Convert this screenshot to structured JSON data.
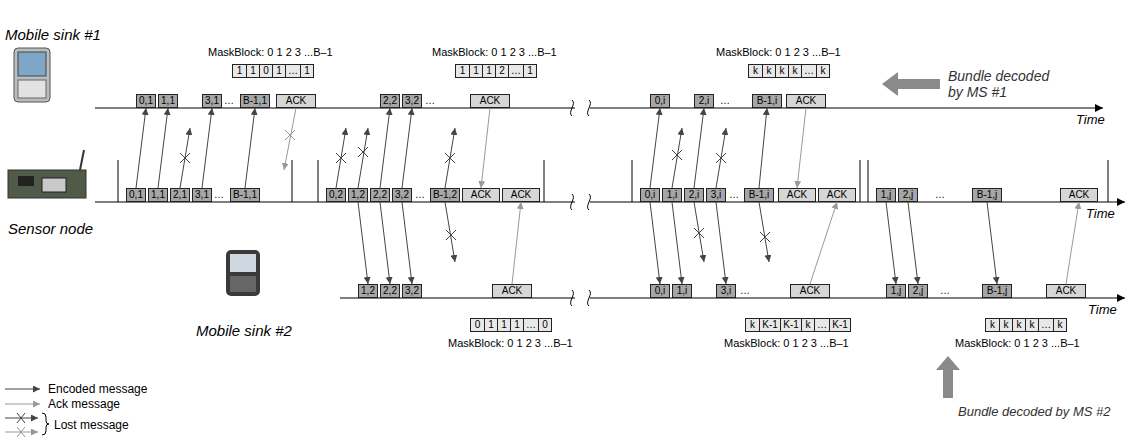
{
  "diagram": {
    "nodes": [
      {
        "text": [
          "0,1"
        ]
      },
      {
        "text": [
          "1,1"
        ]
      },
      {
        "text": [
          "3,1"
        ]
      },
      {
        "text": [
          "B-1,1"
        ]
      },
      {
        "text": [
          "ACK"
        ]
      },
      {
        "text": [
          "1",
          "1",
          "0",
          "1",
          "…",
          "1"
        ]
      },
      {
        "text": [
          "2,2"
        ]
      },
      {
        "text": [
          "3,2"
        ]
      },
      {
        "text": [
          "ACK"
        ]
      },
      {
        "text": [
          "1",
          "1",
          "1",
          "2",
          "…",
          "1"
        ]
      },
      {
        "text": [
          "0,i"
        ]
      },
      {
        "text": [
          "2,i"
        ]
      },
      {
        "text": [
          "B-1,i"
        ]
      },
      {
        "text": [
          "ACK"
        ]
      },
      {
        "text": [
          "k",
          "k",
          "k",
          "k",
          "…",
          "k"
        ]
      },
      {
        "text": [
          "0,1"
        ]
      },
      {
        "text": [
          "1,1"
        ]
      },
      {
        "text": [
          "2,1"
        ]
      },
      {
        "text": [
          "3,1"
        ]
      },
      {
        "text": [
          "B-1,1"
        ]
      },
      {
        "text": [
          "0,2"
        ]
      },
      {
        "text": [
          "1,2"
        ]
      },
      {
        "text": [
          "2,2"
        ]
      },
      {
        "text": [
          "3,2"
        ]
      },
      {
        "text": [
          "B-1,2"
        ]
      },
      {
        "text": [
          "ACK"
        ]
      },
      {
        "text": [
          "ACK"
        ]
      },
      {
        "text": [
          "0,i"
        ]
      },
      {
        "text": [
          "1,i"
        ]
      },
      {
        "text": [
          "2,i"
        ]
      },
      {
        "text": [
          "3,i"
        ]
      },
      {
        "text": [
          "B-1,i"
        ]
      },
      {
        "text": [
          "ACK"
        ]
      },
      {
        "text": [
          "ACK"
        ]
      },
      {
        "text": [
          "1,j"
        ]
      },
      {
        "text": [
          "2,j"
        ]
      },
      {
        "text": [
          "B-1,j"
        ]
      },
      {
        "text": [
          "ACK"
        ]
      },
      {
        "text": [
          "1,2"
        ]
      },
      {
        "text": [
          "2,2"
        ]
      },
      {
        "text": [
          "3,2"
        ]
      },
      {
        "text": [
          "ACK"
        ]
      },
      {
        "text": [
          "0",
          "1",
          "1",
          "1",
          "…",
          "0"
        ]
      },
      {
        "text": [
          "0,i"
        ]
      },
      {
        "text": [
          "1,i"
        ]
      },
      {
        "text": [
          "3,i"
        ]
      },
      {
        "text": [
          "ACK"
        ]
      },
      {
        "text": [
          "k",
          "K-1",
          "K-1",
          "k",
          "…",
          "K-1"
        ]
      },
      {
        "text": [
          "1,j"
        ]
      },
      {
        "text": [
          "2,j"
        ]
      },
      {
        "text": [
          "B-1,j"
        ]
      },
      {
        "text": [
          "ACK"
        ]
      },
      {
        "text": [
          "k",
          "k",
          "k",
          "k",
          "…",
          "k"
        ]
      }
    ],
    "edges": [
      {
        "from": 15,
        "to": 0,
        "arrow": "to"
      },
      {
        "from": 16,
        "to": 1,
        "arrow": "to"
      },
      {
        "from": 18,
        "to": 2,
        "arrow": "to"
      },
      {
        "from": 19,
        "to": 3,
        "arrow": "to"
      },
      {
        "from": 22,
        "to": 6,
        "arrow": "to"
      },
      {
        "from": 23,
        "to": 7,
        "arrow": "to"
      },
      {
        "from": 21,
        "to": 38,
        "arrow": "to"
      },
      {
        "from": 22,
        "to": 39,
        "arrow": "to"
      },
      {
        "from": 23,
        "to": 40,
        "arrow": "to"
      },
      {
        "from": 27,
        "to": 10,
        "arrow": "to"
      },
      {
        "from": 29,
        "to": 11,
        "arrow": "to"
      },
      {
        "from": 31,
        "to": 12,
        "arrow": "to"
      },
      {
        "from": 27,
        "to": 43,
        "arrow": "to"
      },
      {
        "from": 28,
        "to": 44,
        "arrow": "to"
      },
      {
        "from": 30,
        "to": 45,
        "arrow": "to"
      },
      {
        "from": 34,
        "to": 48,
        "arrow": "to"
      },
      {
        "from": 35,
        "to": 49,
        "arrow": "to"
      },
      {
        "from": 36,
        "to": 50,
        "arrow": "to"
      },
      {
        "from": 8,
        "to": 25,
        "arrow": "to"
      },
      {
        "from": 41,
        "to": 26,
        "arrow": "to"
      },
      {
        "from": 13,
        "to": 32,
        "arrow": "to"
      },
      {
        "from": 46,
        "to": 33,
        "arrow": "to"
      },
      {
        "from": 51,
        "to": 37,
        "arrow": "to"
      }
    ],
    "labels": [
      "Mobile sink #1",
      "MaskBlock: 0 1 2 3 ...B–1",
      "MaskBlock: 0 1 2 3 ...B–1",
      "MaskBlock: 0 1 2 3 ...B–1",
      "Bundle decoded by MS #1",
      "Time",
      "Sensor node",
      "Time",
      "Mobile sink #2",
      "MaskBlock: 0 1 2 3 ...B–1",
      "MaskBlock: 0 1 2 3 ...B–1",
      "MaskBlock: 0 1 2 3 ...B–1",
      "Bundle decoded by MS #2",
      "Time",
      "…",
      "…",
      "…",
      "…",
      "…",
      "…",
      "…",
      "…",
      "…"
    ],
    "legend": [
      {
        "text": "Encoded message"
      },
      {
        "text": "Ack message"
      },
      {
        "text": "Lost message"
      }
    ]
  }
}
